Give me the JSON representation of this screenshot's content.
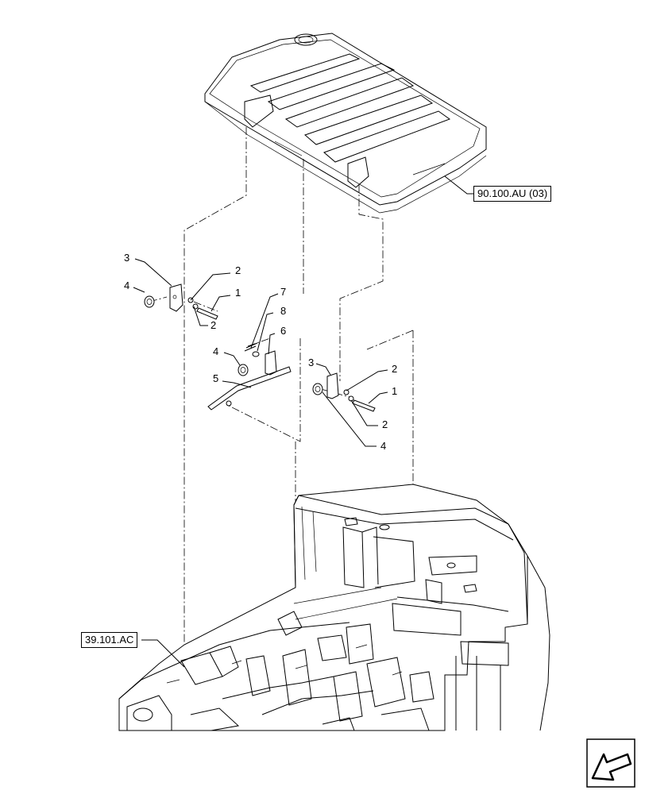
{
  "references": {
    "upper_ref": "90.100.AU (03)",
    "lower_ref": "39.101.AC"
  },
  "callouts": [
    {
      "id": "c3a",
      "text": "3"
    },
    {
      "id": "c4a",
      "text": "4"
    },
    {
      "id": "c2a",
      "text": "2"
    },
    {
      "id": "c1a",
      "text": "1"
    },
    {
      "id": "c2b",
      "text": "2"
    },
    {
      "id": "c7",
      "text": "7"
    },
    {
      "id": "c8",
      "text": "8"
    },
    {
      "id": "c6",
      "text": "6"
    },
    {
      "id": "c4b",
      "text": "4"
    },
    {
      "id": "c5",
      "text": "5"
    },
    {
      "id": "c3b",
      "text": "3"
    },
    {
      "id": "c2c",
      "text": "2"
    },
    {
      "id": "c1b",
      "text": "1"
    },
    {
      "id": "c2d",
      "text": "2"
    },
    {
      "id": "c4c",
      "text": "4"
    }
  ],
  "nav_icon": "next-page-arrow-icon"
}
